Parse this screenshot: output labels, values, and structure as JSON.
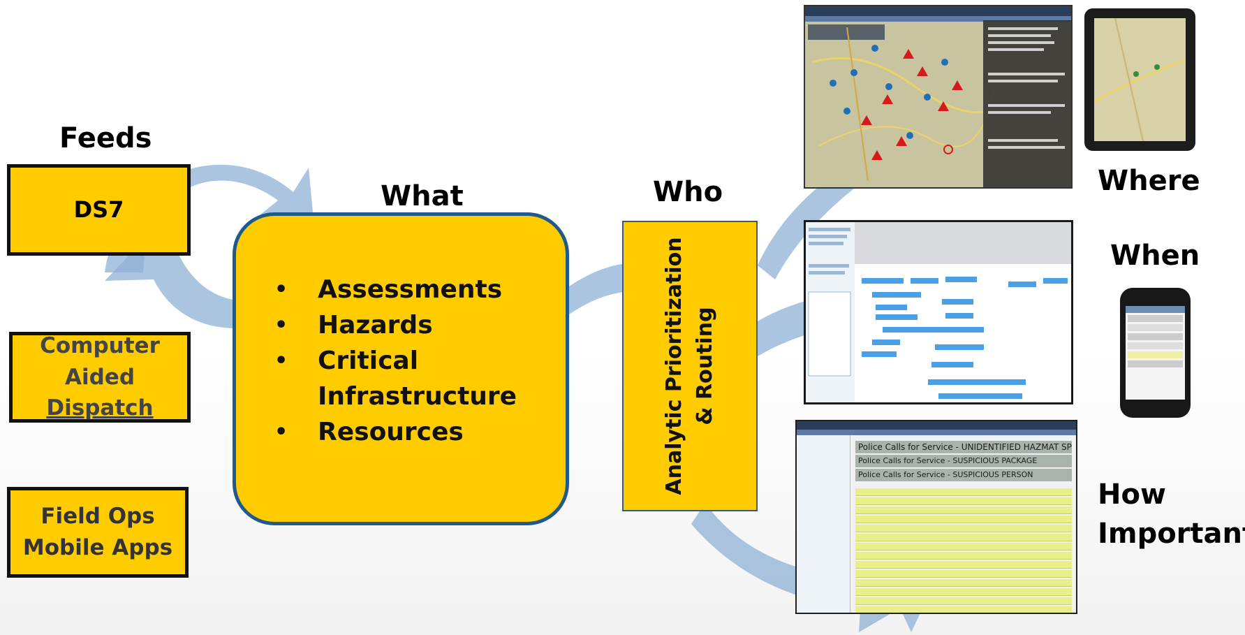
{
  "feeds": {
    "heading": "Feeds",
    "items": [
      {
        "label_lines": [
          "DS7"
        ]
      },
      {
        "label_lines": [
          "Computer",
          "Aided",
          "Dispatch"
        ]
      },
      {
        "label_lines": [
          "Field Ops",
          "Mobile Apps"
        ]
      }
    ]
  },
  "what": {
    "heading": "What",
    "items": [
      "Assessments",
      "Hazards",
      "Critical",
      "Infrastructure",
      "Resources"
    ]
  },
  "who": {
    "heading": "Who",
    "box_lines": [
      "Analytic Prioritization",
      "& Routing"
    ]
  },
  "outputs": {
    "where": "Where",
    "when": "When",
    "how_important_lines": [
      "How",
      "Important"
    ]
  },
  "table_screenshot": {
    "rows": [
      "Police Calls for Service - UNIDENTIFIED HAZMAT SPILL",
      "Police Calls for Service - SUSPICIOUS PACKAGE",
      "Police Calls for Service - SUSPICIOUS PERSON"
    ]
  },
  "colors": {
    "box_fill": "#ffcc00",
    "box_border": "#111111",
    "what_border": "#1e5a8c",
    "arrow": "#8fb0d6"
  },
  "icons": [
    "map-screenshot",
    "timeline-screenshot",
    "table-screenshot",
    "tablet-device",
    "phone-device"
  ]
}
